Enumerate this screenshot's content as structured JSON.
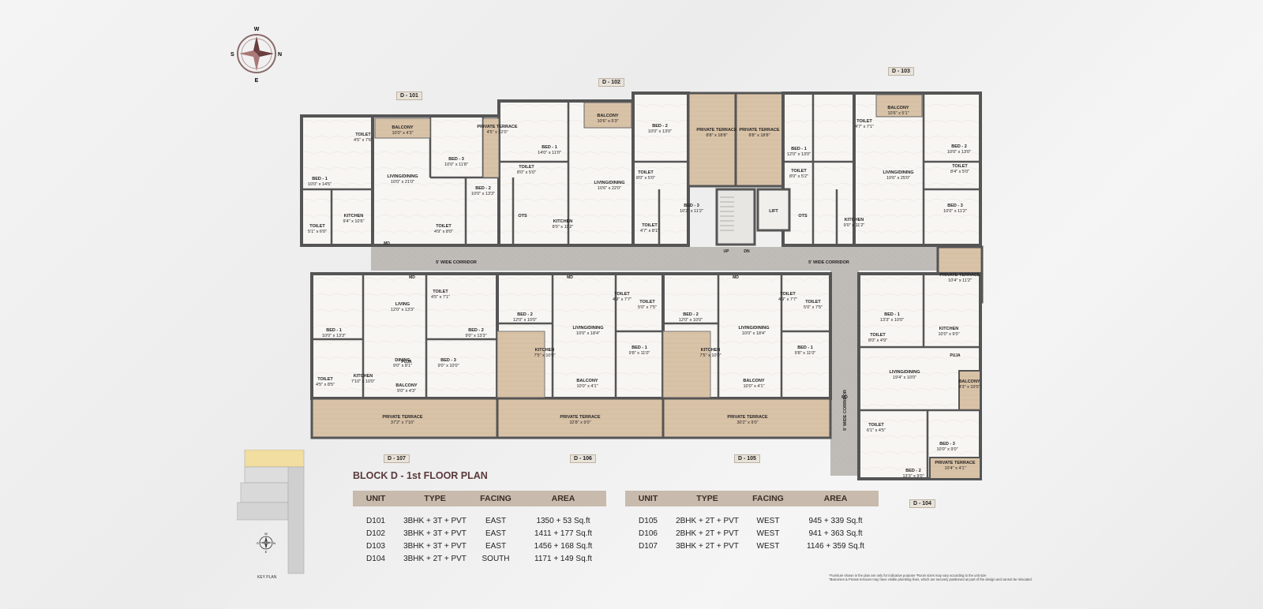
{
  "compass_main": {
    "n": "N",
    "s": "S",
    "e": "E",
    "w": "W"
  },
  "compass_key": {
    "n": "N",
    "s": "S",
    "e": "E",
    "w": "W"
  },
  "unit_tags": {
    "d101": "D - 101",
    "d102": "D - 102",
    "d103": "D - 103",
    "d104": "D - 104",
    "d105": "D - 105",
    "d106": "D - 106",
    "d107": "D - 107"
  },
  "rooms": {
    "r01": {
      "name": "BALCONY",
      "size": "10'0\" x 4'3\""
    },
    "r02": {
      "name": "TOILET",
      "size": "4'5\" x 7'6\""
    },
    "r03": {
      "name": "BED - 3",
      "size": "10'0\" x 11'8\""
    },
    "r04": {
      "name": "PRIVATE TERRACE",
      "size": "4'5\" x 12'0\""
    },
    "r05": {
      "name": "BED - 1",
      "size": "10'0\" x 14'5\""
    },
    "r06": {
      "name": "LIVING/DINING",
      "size": "10'0\" x 21'0\""
    },
    "r07": {
      "name": "BED - 2",
      "size": "10'0\" x 13'3\""
    },
    "r08": {
      "name": "TOILET",
      "size": "5'1\" x 6'0\""
    },
    "r09": {
      "name": "KITCHEN",
      "size": "9'4\" x 10'6\""
    },
    "r10": {
      "name": "TOILET",
      "size": "4'9\" x 8'0\""
    },
    "r11": {
      "name": "BED - 1",
      "size": "14'0\" x 11'0\""
    },
    "r12": {
      "name": "BALCONY",
      "size": "10'6\" x 5'3\""
    },
    "r13": {
      "name": "BED - 2",
      "size": "10'0\" x 13'0\""
    },
    "r14": {
      "name": "PRIVATE TERRACE",
      "size": "8'8\" x 18'8\""
    },
    "r15": {
      "name": "PRIVATE TERRACE",
      "size": "8'8\" x 18'8\""
    },
    "r16": {
      "name": "TOILET",
      "size": "8'0\" x 5'0\""
    },
    "r17": {
      "name": "LIVING/DINING",
      "size": "10'6\" x 22'0\""
    },
    "r18": {
      "name": "TOILET",
      "size": "8'0\" x 5'0\""
    },
    "r19": {
      "name": "OTS",
      "size": ""
    },
    "r20": {
      "name": "KITCHEN",
      "size": "8'0\" x 11'2\""
    },
    "r21": {
      "name": "TOILET",
      "size": "4'7\" x 8'1\""
    },
    "r22": {
      "name": "BED - 3",
      "size": "10'2\" x 11'2\""
    },
    "r23": {
      "name": "LIFT",
      "size": ""
    },
    "r24": {
      "name": "OTS",
      "size": ""
    },
    "r25": {
      "name": "BED - 1",
      "size": "12'0\" x 13'0\""
    },
    "r26": {
      "name": "TOILET",
      "size": "8'0\" x 5'2\""
    },
    "r27": {
      "name": "TOILET",
      "size": "4'7\" x 7'1\""
    },
    "r28": {
      "name": "BALCONY",
      "size": "10'6\" x 5'1\""
    },
    "r29": {
      "name": "LIVING/DINING",
      "size": "10'6\" x 25'0\""
    },
    "r30": {
      "name": "BED - 2",
      "size": "10'0\" x 13'0\""
    },
    "r31": {
      "name": "TOILET",
      "size": "8'4\" x 5'0\""
    },
    "r32": {
      "name": "KITCHEN",
      "size": "9'0\" x 11'2\""
    },
    "r33": {
      "name": "BED - 3",
      "size": "10'0\" x 11'2\""
    },
    "r34": {
      "name": "5' WIDE CORRIDOR",
      "size": ""
    },
    "r35": {
      "name": "5' WIDE CORRIDOR",
      "size": ""
    },
    "r36": {
      "name": "PRIVATE TERRACE",
      "size": "10'4\" x 11'2\""
    },
    "r37": {
      "name": "LIVING",
      "size": "12'0\" x 13'3\""
    },
    "r38": {
      "name": "TOILET",
      "size": "4'5\" x 7'1\""
    },
    "r39": {
      "name": "BED - 1",
      "size": "10'0\" x 13'3\""
    },
    "r40": {
      "name": "BED - 2",
      "size": "9'0\" x 13'3\""
    },
    "r41": {
      "name": "DINING",
      "size": "9'0\" x 8'1\""
    },
    "r42": {
      "name": "BED - 3",
      "size": "9'0\" x 10'0\""
    },
    "r43": {
      "name": "KITCHEN",
      "size": "7'10\" x 10'0\""
    },
    "r44": {
      "name": "BALCONY",
      "size": "9'0\" x 4'3\""
    },
    "r45": {
      "name": "TOILET",
      "size": "4'5\" x 8'5\""
    },
    "r46": {
      "name": "PRIVATE TERRACE",
      "size": "37'2\" x 7'10\""
    },
    "r47": {
      "name": "BED - 2",
      "size": "12'0\" x 10'0\""
    },
    "r48": {
      "name": "TOILET",
      "size": "4'9\" x 7'7\""
    },
    "r49": {
      "name": "TOILET",
      "size": "5'0\" x 7'5\""
    },
    "r50": {
      "name": "LIVING/DINING",
      "size": "10'0\" x 18'4\""
    },
    "r51": {
      "name": "KITCHEN",
      "size": "7'5\" x 10'0\""
    },
    "r52": {
      "name": "BED - 1",
      "size": "9'8\" x 11'0\""
    },
    "r53": {
      "name": "BALCONY",
      "size": "10'0\" x 4'1\""
    },
    "r54": {
      "name": "PRIVATE TERRACE",
      "size": "32'8\" x 9'0\""
    },
    "r55": {
      "name": "BED - 2",
      "size": "12'0\" x 10'0\""
    },
    "r56": {
      "name": "TOILET",
      "size": "4'9\" x 7'7\""
    },
    "r57": {
      "name": "TOILET",
      "size": "5'0\" x 7'5\""
    },
    "r58": {
      "name": "LIVING/DINING",
      "size": "10'0\" x 18'4\""
    },
    "r59": {
      "name": "KITCHEN",
      "size": "7'5\" x 10'0\""
    },
    "r60": {
      "name": "BED - 1",
      "size": "9'8\" x 11'0\""
    },
    "r61": {
      "name": "BALCONY",
      "size": "10'0\" x 4'1\""
    },
    "r62": {
      "name": "PRIVATE TERRACE",
      "size": "30'2\" x 9'0\""
    },
    "r63": {
      "name": "BED - 1",
      "size": "13'3\" x 10'0\""
    },
    "r64": {
      "name": "KITCHEN",
      "size": "10'0\" x 9'0\""
    },
    "r65": {
      "name": "TOILET",
      "size": "8'0\" x 4'9\""
    },
    "r66": {
      "name": "LIVING/DINING",
      "size": "19'4\" x 10'0\""
    },
    "r67": {
      "name": "BALCONY",
      "size": "4'3\" x 10'0\""
    },
    "r68": {
      "name": "TOILET",
      "size": "6'1\" x 4'5\""
    },
    "r69": {
      "name": "BED - 3",
      "size": "10'0\" x 9'0\""
    },
    "r70": {
      "name": "BED - 2",
      "size": "13'3\" x 9'0\""
    },
    "r71": {
      "name": "PRIVATE TERRACE",
      "size": "10'4\" x 4'1\""
    },
    "r72": {
      "name": "5' WIDE CORRIDOR",
      "size": ""
    }
  },
  "misc_labels": {
    "md": "MD",
    "up": "UP",
    "dn": "DN",
    "puja": "PUJA"
  },
  "plan_title": "BLOCK D - 1st FLOOR PLAN",
  "table_headers": [
    "UNIT",
    "TYPE",
    "FACING",
    "AREA"
  ],
  "table_left": [
    {
      "unit": "D101",
      "type": "3BHK + 3T + PVT",
      "facing": "EAST",
      "area": "1350 + 53 Sq.ft"
    },
    {
      "unit": "D102",
      "type": "3BHK + 3T + PVT",
      "facing": "EAST",
      "area": "1411 + 177 Sq.ft"
    },
    {
      "unit": "D103",
      "type": "3BHK + 3T + PVT",
      "facing": "EAST",
      "area": "1456 + 168 Sq.ft"
    },
    {
      "unit": "D104",
      "type": "3BHK + 2T + PVT",
      "facing": "SOUTH",
      "area": "1171 + 149 Sq.ft"
    }
  ],
  "table_right": [
    {
      "unit": "D105",
      "type": "2BHK + 2T + PVT",
      "facing": "WEST",
      "area": "945 + 339 Sq.ft"
    },
    {
      "unit": "D106",
      "type": "2BHK + 2T + PVT",
      "facing": "WEST",
      "area": "941 + 363 Sq.ft"
    },
    {
      "unit": "D107",
      "type": "3BHK + 2T + PVT",
      "facing": "WEST",
      "area": "1146 + 359 Sq.ft"
    }
  ],
  "key_plan_label": "KEY PLAN",
  "footnote_1": "*Furniture shown in the plan are only for indicative purpose *Room sizes may vary according to the unit size",
  "footnote_2": "*Balconies & Private terraces may have visible plumbing lines, which are securely positioned as part of the design and cannot be relocated.",
  "colors": {
    "wall": "#5a5a5a",
    "floor": "#f7f5f2",
    "terrace": "#d8c2a8",
    "corridor": "#bdbab5",
    "header_bg": "#c8bbad",
    "title": "#5b3a3a"
  }
}
